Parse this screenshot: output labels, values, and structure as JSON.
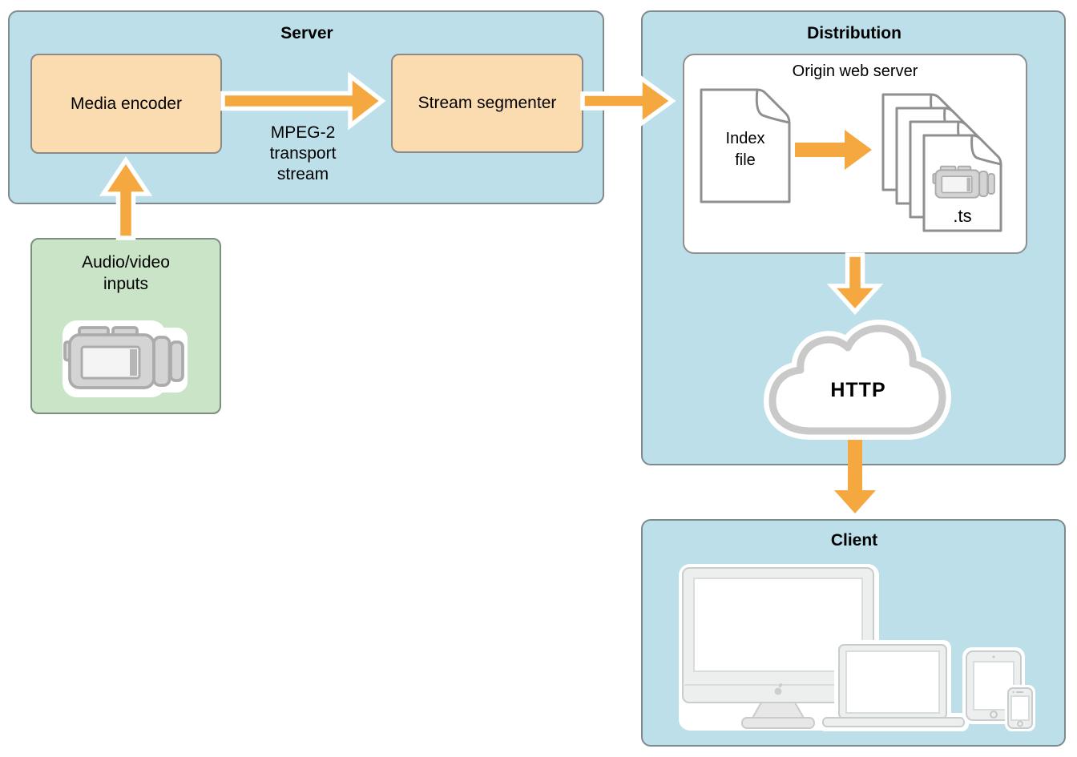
{
  "server": {
    "title": "Server",
    "media_encoder_label": "Media encoder",
    "stream_segmenter_label": "Stream segmenter",
    "transport_stream_label": {
      "line1": "MPEG-2",
      "line2": "transport",
      "line3": "stream"
    }
  },
  "inputs": {
    "label": {
      "line1": "Audio/video",
      "line2": "inputs"
    },
    "icon": "camcorder"
  },
  "distribution": {
    "title": "Distribution",
    "origin_server": {
      "title": "Origin web server",
      "index_file_label": {
        "line1": "Index",
        "line2": "file"
      },
      "segment_files_label": ".ts",
      "segment_icon": "camcorder-on-document"
    },
    "network_label": "HTTP",
    "network_icon": "cloud"
  },
  "client": {
    "title": "Client",
    "device_icons": [
      "imac",
      "macbook",
      "ipad",
      "iphone"
    ]
  },
  "colors": {
    "zone_blue": "#BCDFE9",
    "zone_green": "#C9E4C6",
    "node_orange": "#FBDCB1",
    "arrow_orange": "#F5A83F",
    "outline_gray": "#8F8F8F",
    "cloud_gray": "#C9C9C9",
    "device_gray": "#EDEFEF"
  }
}
